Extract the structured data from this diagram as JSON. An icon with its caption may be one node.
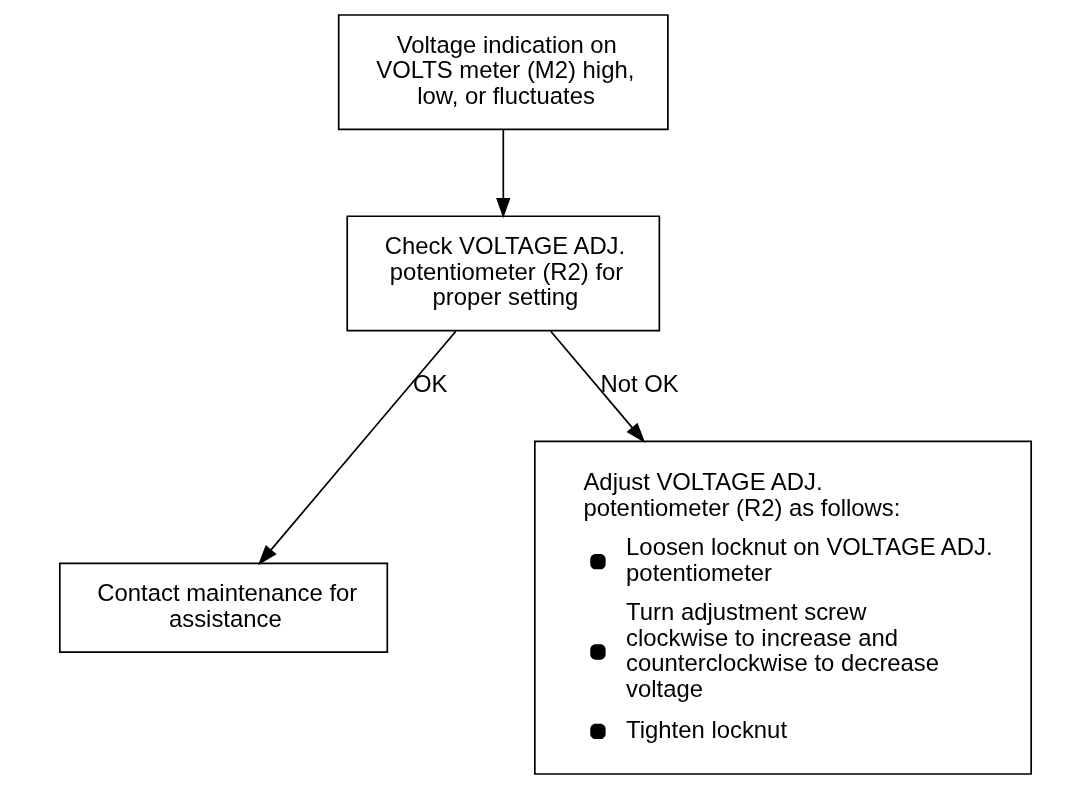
{
  "diagram": {
    "nodes": [
      {
        "text": [
          "Voltage indication on VOLTS meter (M2) high, low, or fluctuates"
        ]
      },
      {
        "text": [
          "Check VOLTAGE ADJ. potentiometer (R2) for proper setting"
        ]
      },
      {
        "text": [
          "Contact maintenance for assistance"
        ]
      },
      {
        "text": [
          "Adjust VOLTAGE ADJ. potentiometer (R2) as follows:",
          "Loosen locknut on VOLTAGE ADJ. potentiometer",
          "Turn adjustment screw clockwise to increase and counterclockwise to decrease voltage",
          "Tighten locknut"
        ]
      }
    ],
    "edges": [
      {
        "from": 0,
        "to": 1,
        "arrow": "to"
      },
      {
        "from": 1,
        "to": 2,
        "label": "OK",
        "arrow": "to"
      },
      {
        "from": 1,
        "to": 3,
        "label": "Not OK",
        "arrow": "to"
      }
    ]
  }
}
